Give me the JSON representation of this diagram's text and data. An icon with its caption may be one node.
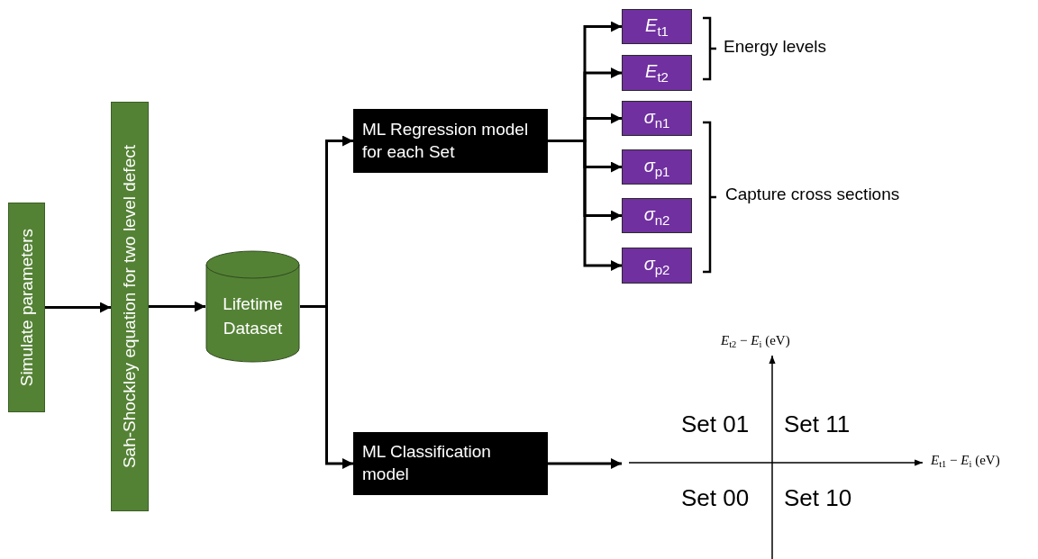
{
  "diagram": {
    "nodes": [
      {
        "text": [
          "Simulate parameters"
        ]
      },
      {
        "text": [
          "Sah-Shockley equation for two level defect"
        ]
      },
      {
        "text": [
          "Lifetime Dataset"
        ]
      },
      {
        "text": [
          "ML Regression model for each Set"
        ]
      },
      {
        "text": [
          "ML Classification model"
        ]
      },
      {
        "text": [
          "*E*$_{t1}$"
        ]
      },
      {
        "text": [
          "*E*$_{t2}$"
        ]
      },
      {
        "text": [
          "*σ*$_{n1}$"
        ]
      },
      {
        "text": [
          "*σ*$_{p1}$"
        ]
      },
      {
        "text": [
          "*σ*$_{n2}$"
        ]
      },
      {
        "text": [
          "*σ*$_{p2}$"
        ]
      }
    ],
    "edges": [
      {
        "from": 0,
        "to": 1,
        "arrow": "to"
      },
      {
        "from": 1,
        "to": 2,
        "arrow": "to"
      },
      {
        "from": 2,
        "to": 3,
        "arrow": "to"
      },
      {
        "from": 2,
        "to": 4,
        "arrow": "to"
      },
      {
        "from": 3,
        "to": 5,
        "arrow": "to"
      },
      {
        "from": 3,
        "to": 6,
        "arrow": "to"
      },
      {
        "from": 3,
        "to": 7,
        "arrow": "to"
      },
      {
        "from": 3,
        "to": 8,
        "arrow": "to"
      },
      {
        "from": 3,
        "to": 9,
        "arrow": "to"
      },
      {
        "from": 3,
        "to": 10,
        "arrow": "to"
      },
      {
        "from": 4,
        "to": null,
        "arrow": "to"
      }
    ],
    "labels": [
      "Energy levels",
      "Capture cross sections",
      "*E*$_{t2}$ − *E*$_{i}$ (eV)",
      "Set 01",
      "Set 11",
      "*E*$_{t1}$ − *E*$_{i}$ (eV)",
      "Set 00",
      "Set 10"
    ]
  }
}
